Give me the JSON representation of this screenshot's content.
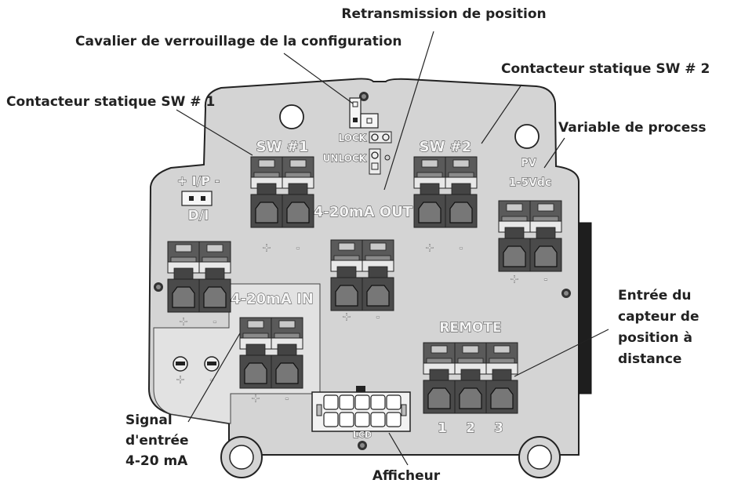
{
  "callouts": {
    "retransmission": "Retransmission de position",
    "cavalier": "Cavalier de verrouillage de la configuration",
    "sw2": "Contacteur statique SW # 2",
    "sw1": "Contacteur statique SW # 1",
    "pv": "Variable de process",
    "remote": [
      "Entrée du",
      "capteur de",
      "position à",
      "distance"
    ],
    "signal": [
      "Signal",
      "d'entrée",
      "4-20 mA"
    ],
    "afficheur": "Afficheur"
  },
  "board": {
    "lock": "LOCK",
    "unlock": "UNLOCK",
    "sw1": "SW #1",
    "sw2": "SW #2",
    "pv": "PV",
    "pv_range": "1-5Vdc",
    "ip_plus": "+ I/P -",
    "di": "D/I",
    "out": "4-20mA OUT",
    "in": "4-20mA IN",
    "remote": "REMOTE",
    "lcd": "LCD",
    "plus": "+",
    "minus": "-",
    "remote_nums": [
      "1",
      "2",
      "3"
    ]
  }
}
